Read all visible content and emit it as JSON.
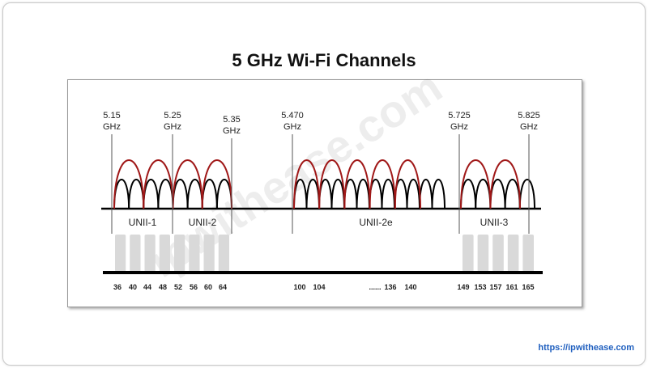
{
  "title": "5 GHz Wi-Fi Channels",
  "watermark": "ipwithease.com",
  "url": "https://ipwithease.com",
  "frequency_markers": [
    {
      "value": "5.15",
      "unit": "GHz"
    },
    {
      "value": "5.25",
      "unit": "GHz"
    },
    {
      "value": "5.35",
      "unit": "GHz"
    },
    {
      "value": "5.470",
      "unit": "GHz"
    },
    {
      "value": "5.725",
      "unit": "GHz"
    },
    {
      "value": "5.825",
      "unit": "GHz"
    }
  ],
  "bands": [
    "UNII-1",
    "UNII-2",
    "UNII-2e",
    "UNII-3"
  ],
  "channels": [
    "36",
    "40",
    "44",
    "48",
    "52",
    "56",
    "60",
    "64",
    "100",
    "104",
    "......",
    "136",
    "140",
    "149",
    "153",
    "157",
    "161",
    "165"
  ],
  "colors": {
    "red_arc": "#a01818",
    "black_arc": "#000000",
    "bar": "#d9d9d9",
    "url": "#1f5fbf"
  }
}
